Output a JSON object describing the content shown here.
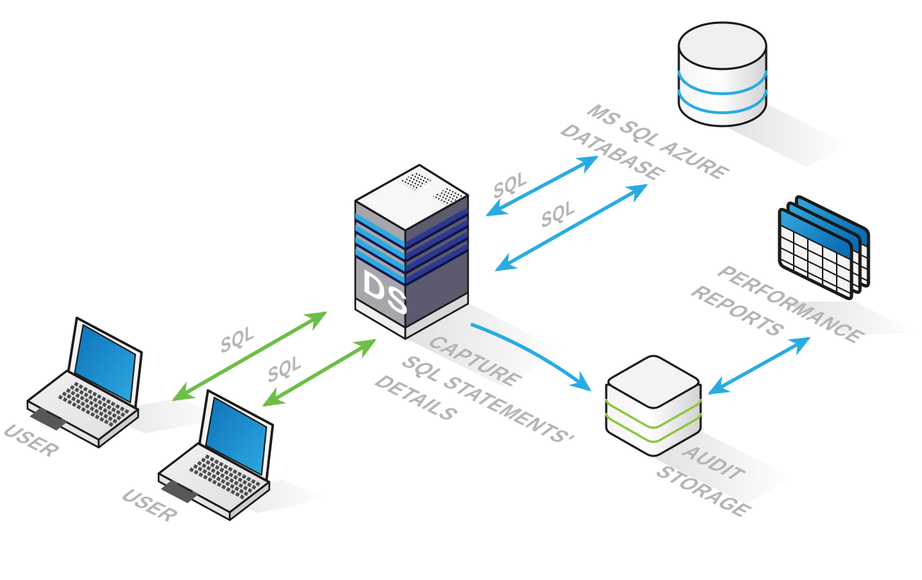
{
  "diagram": {
    "type": "isometric-network-diagram",
    "subject": "Database activity monitoring / audit data flow",
    "nodes": [
      {
        "id": "user-laptop-1",
        "label": "USER",
        "kind": "laptop"
      },
      {
        "id": "user-laptop-2",
        "label": "USER",
        "kind": "laptop"
      },
      {
        "id": "ds-server",
        "label": "DS",
        "kind": "server-tower"
      },
      {
        "id": "ms-sql-azure-database",
        "label": "MS SQL AZURE DATABASE",
        "kind": "database-cylinder"
      },
      {
        "id": "audit-storage",
        "label": "AUDIT STORAGE",
        "kind": "storage-cylinder"
      },
      {
        "id": "performance-reports",
        "label": "PERFORMANCE REPORTS",
        "kind": "report-tables"
      }
    ],
    "connections": [
      {
        "from": "user-laptop-1",
        "to": "ds-server",
        "label": "SQL",
        "color": "green",
        "bidirectional": true
      },
      {
        "from": "user-laptop-2",
        "to": "ds-server",
        "label": "SQL",
        "color": "green",
        "bidirectional": true
      },
      {
        "from": "ds-server",
        "to": "ms-sql-azure-database",
        "label": "SQL",
        "color": "blue",
        "bidirectional": true
      },
      {
        "from": "ds-server",
        "to": "ms-sql-azure-database",
        "label": "SQL",
        "color": "blue",
        "bidirectional": true
      },
      {
        "from": "ds-server",
        "to": "audit-storage",
        "label": "CAPTURE SQL STATEMENTS' DETAILS",
        "color": "blue",
        "bidirectional": false
      },
      {
        "from": "audit-storage",
        "to": "performance-reports",
        "label": "",
        "color": "blue",
        "bidirectional": true
      }
    ]
  },
  "labels": {
    "user1": "USER",
    "user2": "USER",
    "server_badge": "DS",
    "db_line1": "MS SQL AZURE",
    "db_line2": "DATABASE",
    "reports_line1": "PERFORMANCE",
    "reports_line2": "REPORTS",
    "audit_line1": "AUDIT",
    "audit_line2": "STORAGE",
    "capture_line1": "CAPTURE",
    "capture_line2": "SQL STATEMENTS'",
    "capture_line3": "DETAILS",
    "sql_green_1": "SQL",
    "sql_green_2": "SQL",
    "sql_blue_1": "SQL",
    "sql_blue_2": "SQL"
  },
  "colors": {
    "arrow_green": "#6CBE45",
    "arrow_blue": "#29ABE2",
    "label_gray": "#B4B4B4",
    "server_stripe_cyan": "#29ABE2",
    "server_stripe_navy": "#2B3990",
    "audit_stripe_green": "#8CC63F",
    "report_header_blue": "#1989CB",
    "outline": "#1A1A1A"
  }
}
